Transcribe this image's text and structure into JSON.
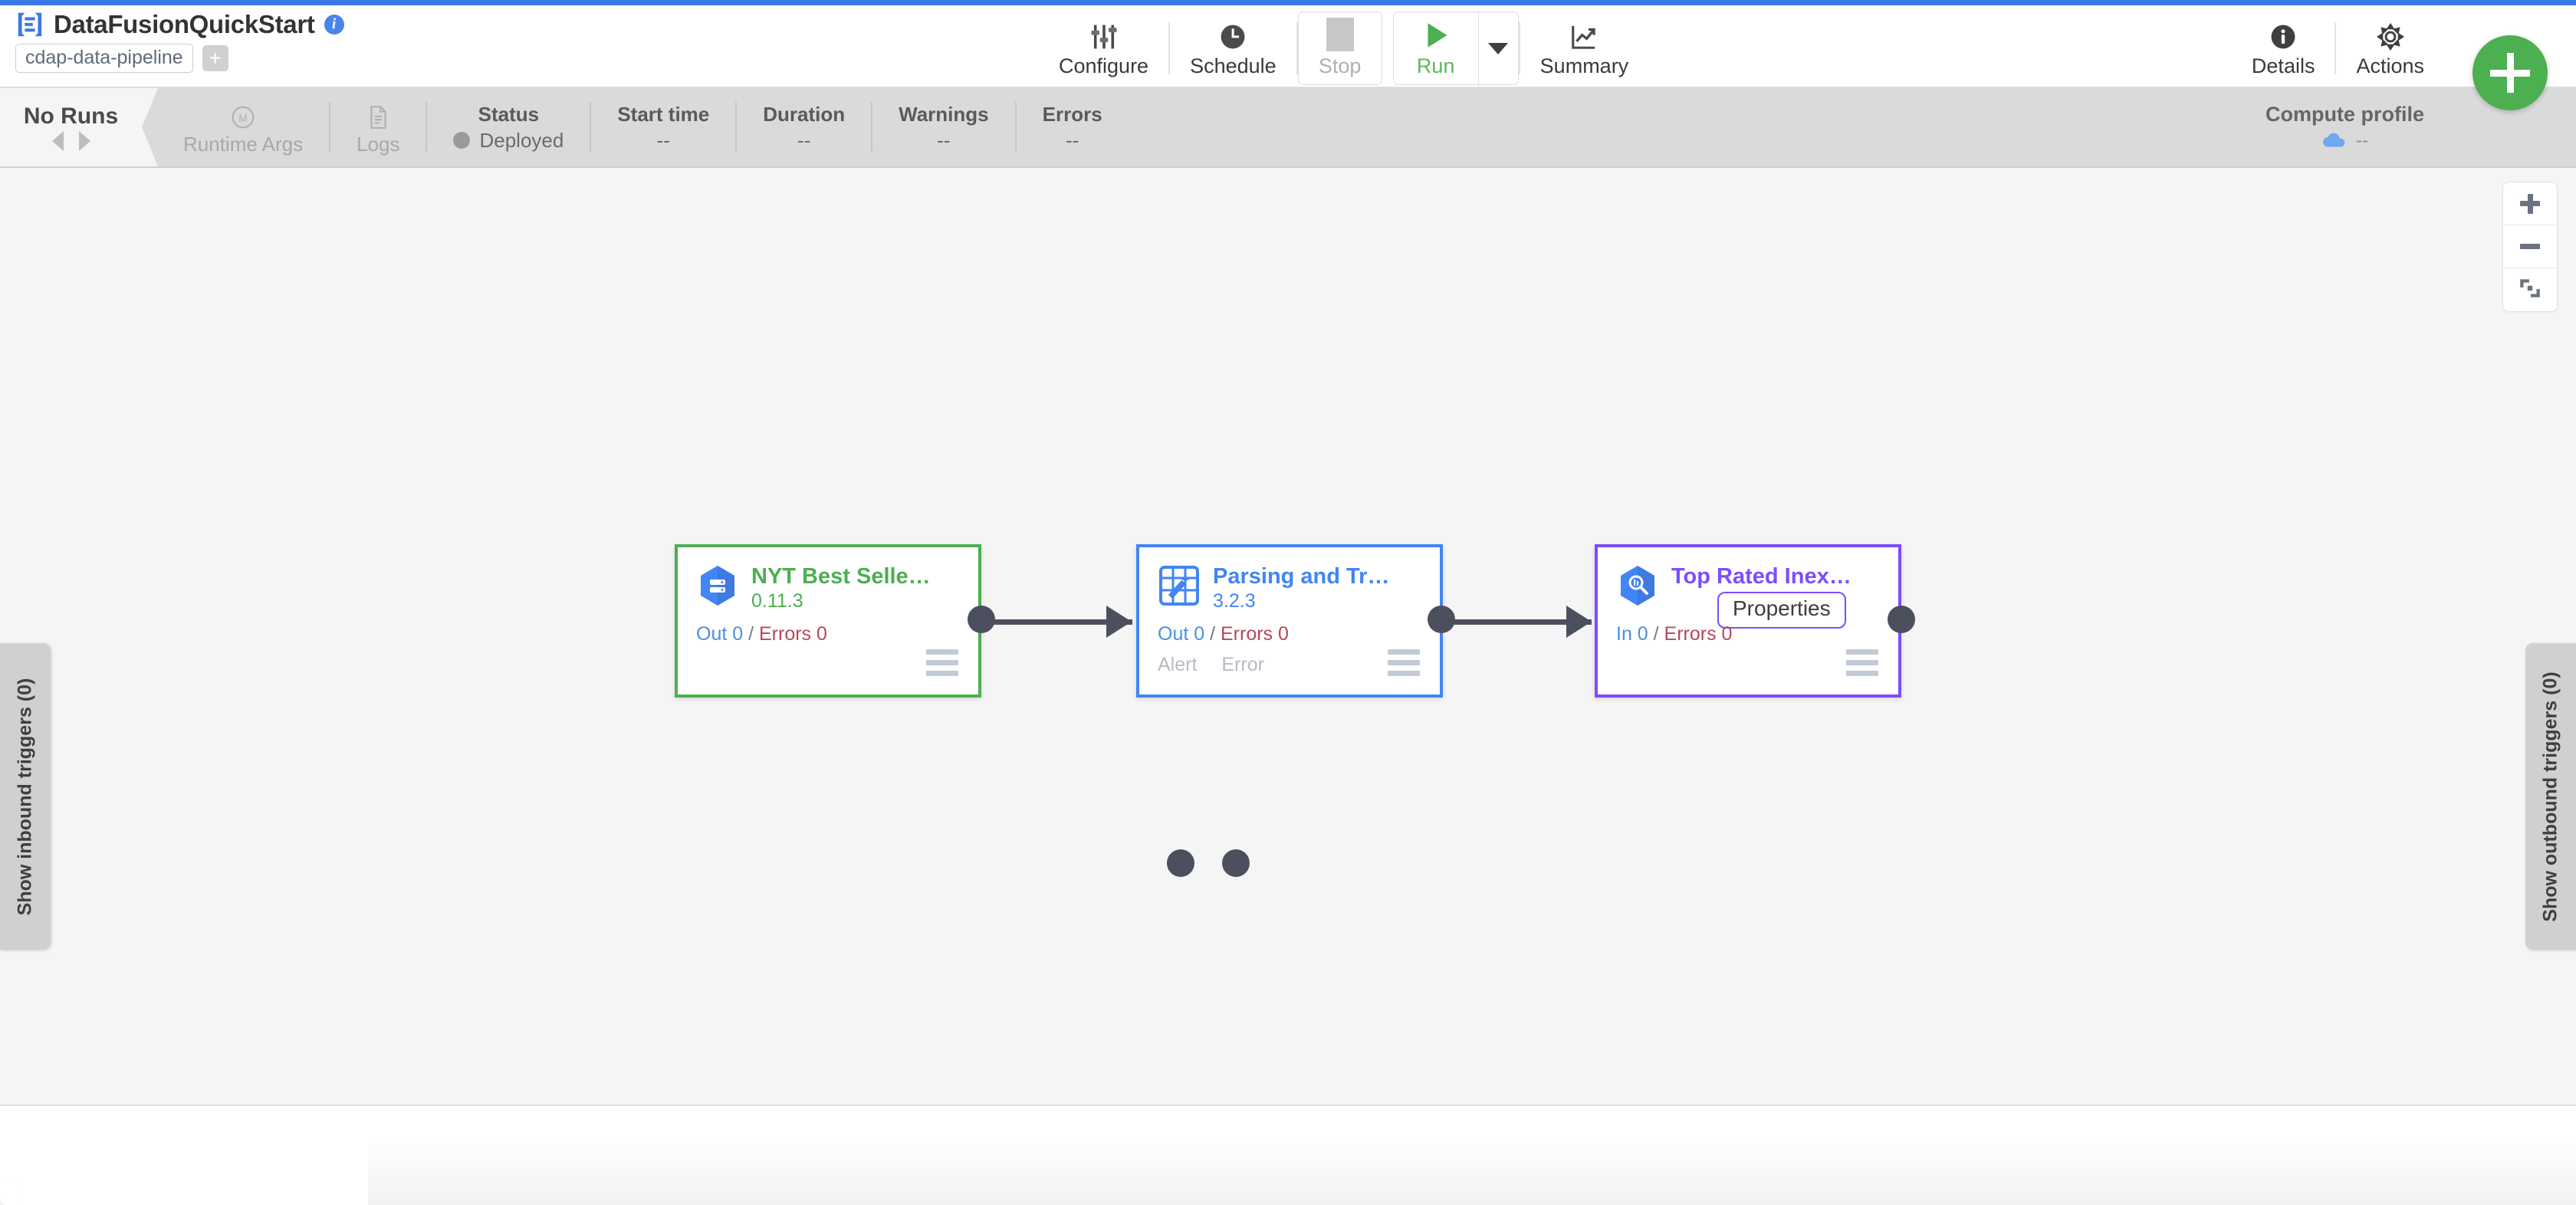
{
  "header": {
    "pipeline_name": "DataFusionQuickStart",
    "info_icon": "info-icon",
    "artifact": "cdap-data-pipeline",
    "add_label": "+",
    "actions": [
      {
        "label": "Configure",
        "icon": "sliders-icon",
        "state": "enabled"
      },
      {
        "label": "Schedule",
        "icon": "clock-icon",
        "state": "enabled"
      },
      {
        "label": "Stop",
        "icon": "stop-square-icon",
        "state": "disabled"
      },
      {
        "label": "Run",
        "icon": "play-triangle-icon",
        "state": "enabled"
      },
      {
        "label": "Summary",
        "icon": "chart-line-icon",
        "state": "enabled"
      }
    ],
    "right_actions": [
      {
        "label": "Details",
        "icon": "info-circle-icon"
      },
      {
        "label": "Actions",
        "icon": "gear-icon"
      }
    ],
    "fab_label": "+"
  },
  "statusbar": {
    "runs_label": "No Runs",
    "items": [
      {
        "top": "Runtime Args",
        "bottom": "",
        "icon": "macro-m-icon",
        "muted": true
      },
      {
        "top": "Logs",
        "bottom": "",
        "icon": "document-icon",
        "muted": true
      },
      {
        "top": "Status",
        "bottom": "Deployed"
      },
      {
        "top": "Start time",
        "bottom": "--"
      },
      {
        "top": "Duration",
        "bottom": "--"
      },
      {
        "top": "Warnings",
        "bottom": "--"
      },
      {
        "top": "Errors",
        "bottom": "--"
      }
    ],
    "compute_profile": {
      "label": "Compute profile",
      "value": "--",
      "icon": "cloud-icon"
    }
  },
  "canvas": {
    "triggers": {
      "inbound": "Show inbound triggers (0)",
      "outbound": "Show outbound triggers (0)"
    },
    "zoom_controls": [
      {
        "name": "zoom-in",
        "glyph": "+"
      },
      {
        "name": "zoom-out",
        "glyph": "-"
      },
      {
        "name": "fit-to-screen",
        "glyph": "fit"
      }
    ],
    "nodes": [
      {
        "id": "source",
        "title": "NYT Best Selle…",
        "version": "0.11.3",
        "icon": "bigquery-source-icon",
        "accent": "#4caf50",
        "metrics": {
          "in_label": "Out 0",
          "sep": " / ",
          "err_label": "Errors 0"
        },
        "ports": []
      },
      {
        "id": "transform",
        "title": "Parsing and Tr…",
        "version": "3.2.3",
        "icon": "wrangler-icon",
        "accent": "#4285f4",
        "metrics": {
          "in_label": "Out 0",
          "sep": " / ",
          "err_label": "Errors 0"
        },
        "ports": [
          "Alert",
          "Error"
        ]
      },
      {
        "id": "sink",
        "title": "Top Rated Inex…",
        "version": "",
        "icon": "bigquery-sink-icon",
        "accent": "#7c4dff",
        "properties_label": "Properties",
        "metrics": {
          "in_label": "In 0",
          "sep": " / ",
          "err_label": "Errors 0"
        },
        "ports": []
      }
    ]
  }
}
